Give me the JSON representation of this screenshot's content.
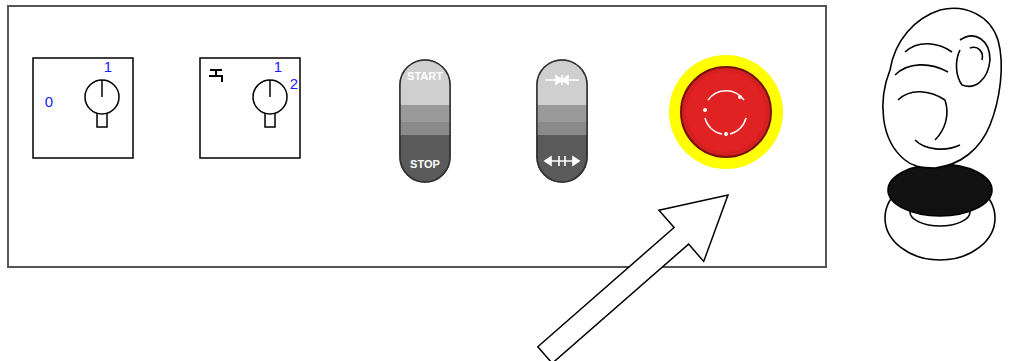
{
  "diagram": {
    "nodes": [
      {
        "text": [
          "0",
          "1"
        ]
      },
      {
        "text": [
          "1",
          "2"
        ]
      },
      {
        "text": [
          "START",
          "STOP"
        ]
      }
    ]
  }
}
